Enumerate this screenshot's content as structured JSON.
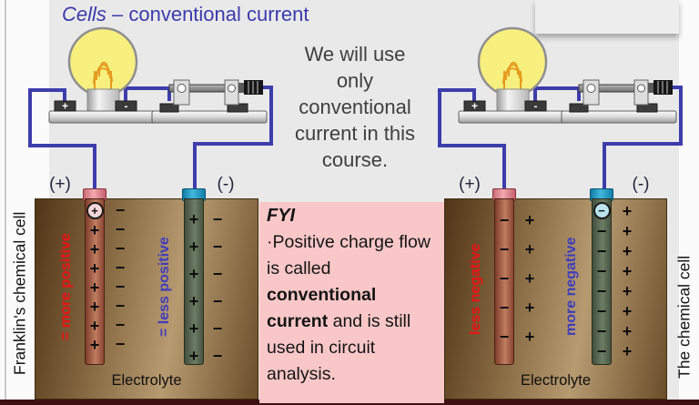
{
  "title": {
    "italic": "Cells",
    "rest": " – conventional current"
  },
  "intro": {
    "lines": [
      "We will use",
      "only",
      "conventional",
      "current in this",
      "course."
    ]
  },
  "fyi": {
    "heading": "FYI",
    "body_pre": "·Positive charge flow is called ",
    "body_bold": "conventional current",
    "body_post": " and is still used in circuit analysis."
  },
  "circuit": {
    "bulb_pos": "+",
    "bulb_neg": "-"
  },
  "cells": {
    "left": {
      "name": "Franklin's chemical cell",
      "pos_terminal": "(+)",
      "neg_terminal": "(-)",
      "electrolyte": "Electrolyte",
      "anode": {
        "label": "= more positive",
        "badge": "+",
        "on_electrode": [
          "+",
          "+",
          "+",
          "+",
          "+",
          "+",
          "+"
        ],
        "beside": [
          "−",
          "−",
          "−",
          "−",
          "−",
          "−",
          "−",
          "−"
        ]
      },
      "cathode": {
        "label": "= less positive",
        "on_electrode": [
          "+",
          "+",
          "+",
          "+",
          "+",
          "+"
        ],
        "beside": [
          "−",
          "−",
          "−",
          "−",
          "−",
          "−"
        ]
      }
    },
    "right": {
      "name": "The chemical cell",
      "pos_terminal": "(+)",
      "neg_terminal": "(-)",
      "electrolyte": "Electrolyte",
      "anode": {
        "label": "less negative",
        "on_electrode": [
          "−",
          "−",
          "−",
          "−",
          "−"
        ],
        "beside": [
          "+",
          "+",
          "+",
          "+",
          "+"
        ]
      },
      "cathode": {
        "label": "more negative",
        "badge": "−",
        "on_electrode": [
          "−",
          "−",
          "−",
          "−",
          "−",
          "−",
          "−"
        ],
        "beside": [
          "+",
          "+",
          "+",
          "+",
          "+",
          "+",
          "+",
          "+"
        ]
      }
    }
  },
  "colors": {
    "title_blue": "#3a3aae",
    "wire_blue": "#3d3dac",
    "fyi_pink": "#f9c7c7",
    "electrolyte_brown_dark": "#513517",
    "electrolyte_brown_light": "#b79a70",
    "red_electrode": "#8a4434",
    "red_cap": "#f3a8af",
    "teal_electrode": "#46553f",
    "teal_cap": "#41b8de",
    "bulb_yellow": "#f7ef7e",
    "red_label": "#ec1212",
    "blue_label": "#3d3dbe",
    "bottom_bar_maroon": "#3d1012"
  }
}
